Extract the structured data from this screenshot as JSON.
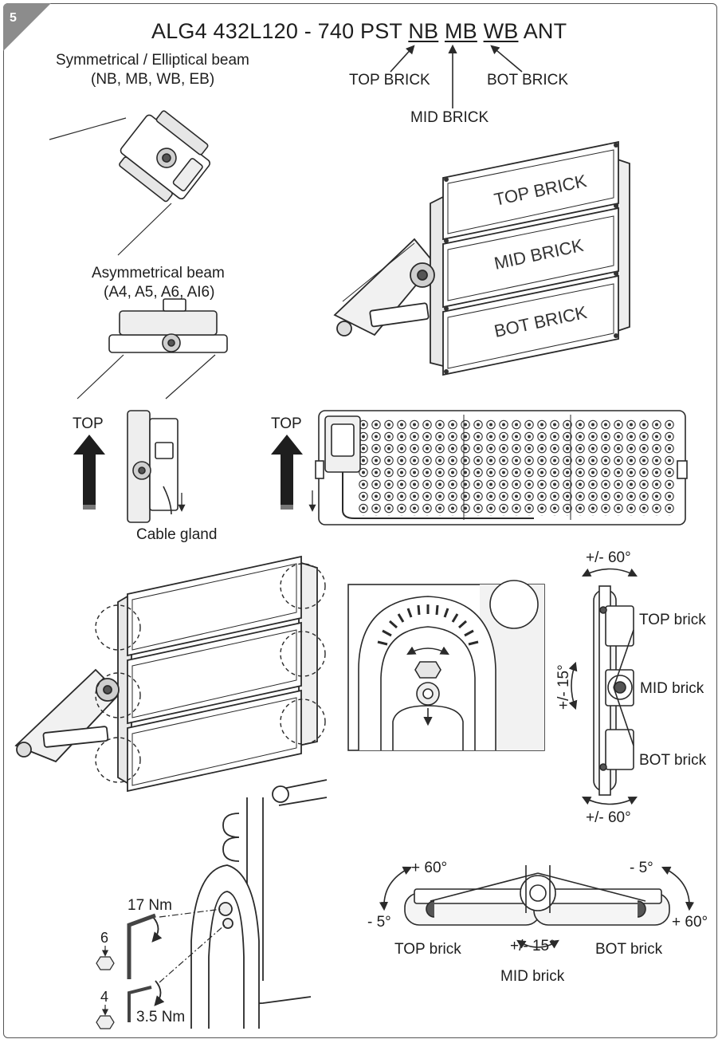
{
  "page_number": "5",
  "header": {
    "title_prefix": "ALG4 432L120 - 740 PST ",
    "code_top": "NB",
    "code_mid": "MB",
    "code_bot": "WB",
    "title_suffix": "ANT"
  },
  "code_labels": {
    "top": "TOP BRICK",
    "mid": "MID BRICK",
    "bot": "BOT BRICK"
  },
  "beam_types": {
    "symmetrical_line1": "Symmetrical / Elliptical beam",
    "symmetrical_line2": "(NB, MB, WB, EB)",
    "asymmetrical_line1": "Asymmetrical beam",
    "asymmetrical_line2": "(A4, A5, A6, AI6)"
  },
  "fixture_bricks": {
    "top": "TOP BRICK",
    "mid": "MID BRICK",
    "bot": "BOT BRICK"
  },
  "orientation": {
    "top_left": "TOP",
    "top_right": "TOP",
    "cable_gland": "Cable gland"
  },
  "side_adjust": {
    "top_angle": "+/- 60°",
    "mid_angle": "+/- 15°",
    "bot_angle": "+/- 60°",
    "top_brick": "TOP brick",
    "mid_brick": "MID brick",
    "bot_brick": "BOT brick"
  },
  "torque": {
    "upper_value": "17 Nm",
    "upper_key": "6",
    "lower_key": "4",
    "lower_value": "3.5 Nm"
  },
  "bottom_adjust": {
    "left_plus": "+ 60°",
    "left_minus": "- 5°",
    "right_minus": "- 5°",
    "right_plus": "+ 60°",
    "mid_angle": "+/- 15°",
    "top_brick": "TOP brick",
    "bot_brick": "BOT brick",
    "mid_brick": "MID brick"
  },
  "colors": {
    "line": "#2a2a2a",
    "corner_tab": "#8c8c8c",
    "arrow_fill": "#1e1e1e"
  }
}
